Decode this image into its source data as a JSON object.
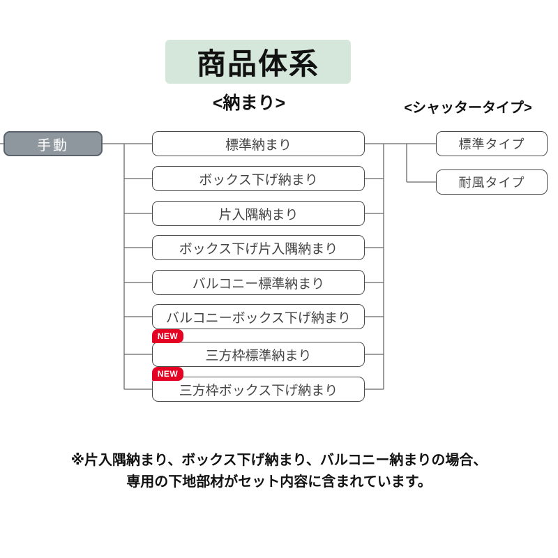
{
  "title": "商品体系",
  "headings": {
    "fitting": "<納まり>",
    "shutter_type": "<シャッタータイプ>"
  },
  "root": {
    "label": "手動"
  },
  "fittings": [
    {
      "label": "標準納まり"
    },
    {
      "label": "ボックス下げ納まり"
    },
    {
      "label": "片入隅納まり"
    },
    {
      "label": "ボックス下げ片入隅納まり"
    },
    {
      "label": "バルコニー標準納まり"
    },
    {
      "label": "バルコニーボックス下げ納まり"
    },
    {
      "label": "三方枠標準納まり",
      "badge": "NEW"
    },
    {
      "label": "三方枠ボックス下げ納まり",
      "badge": "NEW"
    }
  ],
  "shutter_types": [
    {
      "label": "標準タイプ"
    },
    {
      "label": "耐風タイプ"
    }
  ],
  "note": {
    "line1": "※片入隅納まり、ボックス下げ納まり、バルコニー納まりの場合、",
    "line2": "専用の下地部材がセット内容に含まれています。"
  },
  "colors": {
    "title_bg": "#d5e6da",
    "root_bg": "#8e969e",
    "root_border": "#5a626b",
    "badge_bg": "#e50323",
    "line": "#666666",
    "box_border": "#4a4a4a",
    "box_text": "#454545"
  }
}
